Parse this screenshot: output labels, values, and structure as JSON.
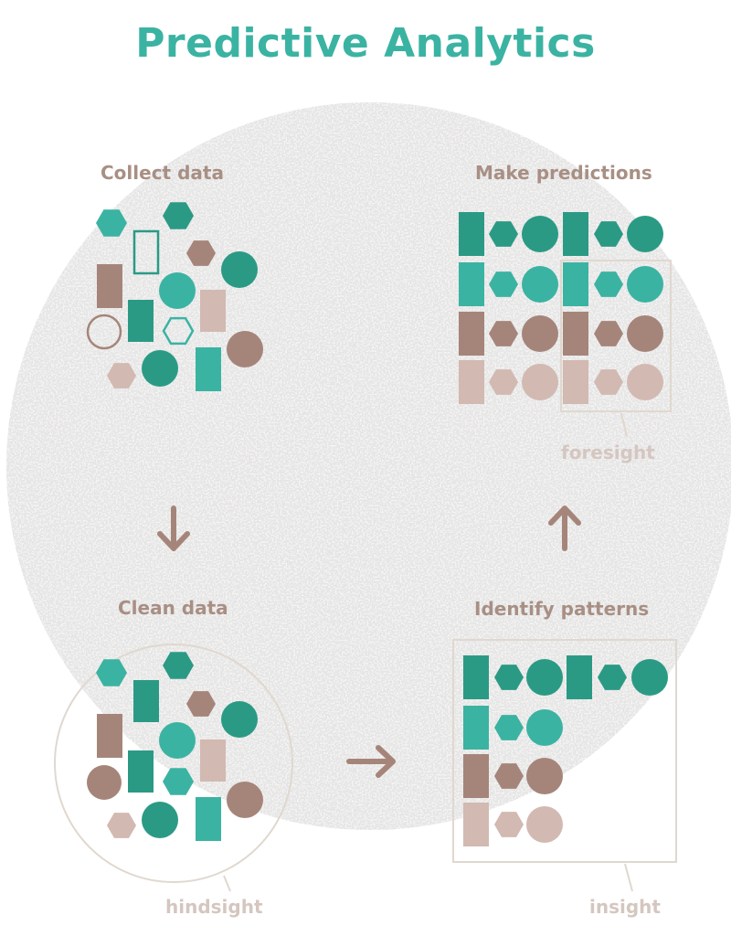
{
  "title": "Predictive Analytics",
  "steps": {
    "collect": "Collect data",
    "clean": "Clean data",
    "identify": "Identify patterns",
    "predict": "Make predictions"
  },
  "labels": {
    "hindsight": "hindsight",
    "insight": "insight",
    "foresight": "foresight"
  },
  "colors": {
    "teal": "#3bb3a2",
    "dark_teal": "#2b9a85",
    "brown": "#a5857a",
    "light_brown": "#d2b9b1",
    "title": "#3bb3a2",
    "step_text": "#a88f84",
    "sub_text": "#d5c6c0",
    "background_circle": "#f5f4f0"
  }
}
